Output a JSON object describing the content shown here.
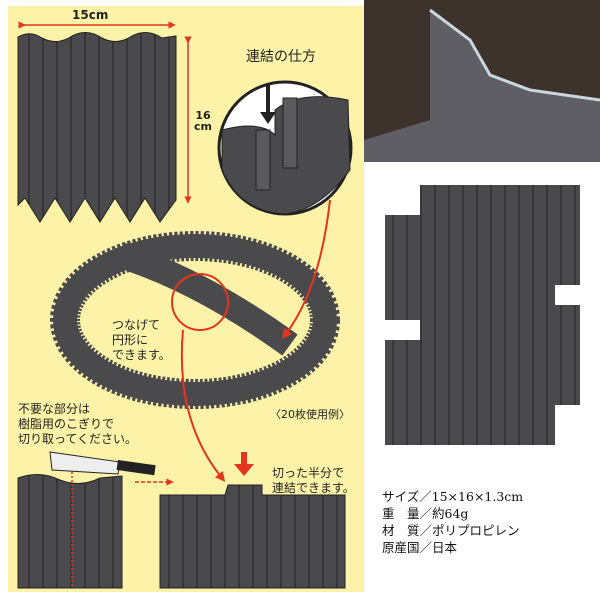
{
  "diagram": {
    "width_label": "15cm",
    "height_label_num": "16",
    "height_label_unit": "cm",
    "connect_title": "連結の仕方",
    "circle_note": [
      "つなげて",
      "円形に",
      "できます。"
    ],
    "example_note": "〈20枚使用例〉",
    "cut_note": [
      "不要な部分は",
      "樹脂用のこぎりで",
      "切り取ってください。"
    ],
    "half_note": [
      "切った半分で",
      "連結できます。"
    ]
  },
  "specs": [
    {
      "key": "サイズ",
      "value": "15×16×1.3cm"
    },
    {
      "key": "重　量",
      "value": "約64g"
    },
    {
      "key": "材　質",
      "value": "ポリプロピレン"
    },
    {
      "key": "原産国",
      "value": "日本"
    }
  ],
  "colors": {
    "background": "#fdf3a8",
    "accent": "#e5341f",
    "product": "#4a4a4c"
  }
}
